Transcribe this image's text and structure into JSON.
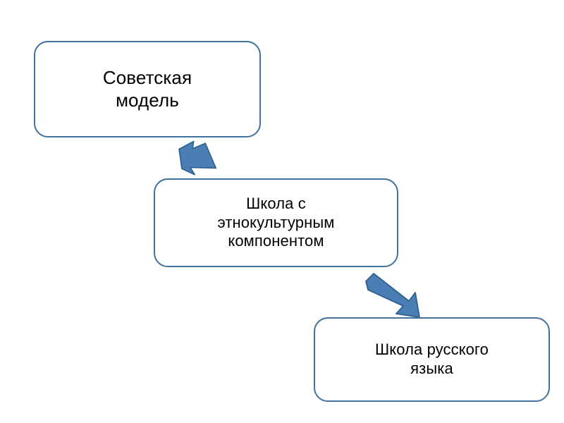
{
  "diagram": {
    "title": "",
    "background_color": "#FFFFFF",
    "node_border_color": "#41719C",
    "node_fill_color": "#FFFFFF",
    "arrow_fill_color": "#4A7EB5",
    "arrow_stroke_color": "#2E5F8F",
    "text_color": "#000000",
    "nodes": [
      {
        "id": "node-1",
        "label": "Советская\nмодель",
        "lines": [
          "Советская",
          "модель"
        ],
        "shape": "rounded-rectangle"
      },
      {
        "id": "node-2",
        "label": "Школа с\nэтнокультурным\nкомпонентом",
        "lines": [
          "Школа с",
          "этнокультурным",
          "компонентом"
        ],
        "shape": "rounded-rectangle"
      },
      {
        "id": "node-3",
        "label": "Школа русского\nязыка",
        "lines": [
          "Школа русского",
          "языка"
        ],
        "shape": "rounded-rectangle"
      }
    ],
    "arrows": [
      {
        "id": "arrow-1",
        "from": "node-1",
        "to": "node-2",
        "direction": "down-right",
        "shape": "block-arrow"
      },
      {
        "id": "arrow-2",
        "from": "node-2",
        "to": "node-3",
        "direction": "down-right",
        "shape": "block-arrow"
      }
    ]
  }
}
